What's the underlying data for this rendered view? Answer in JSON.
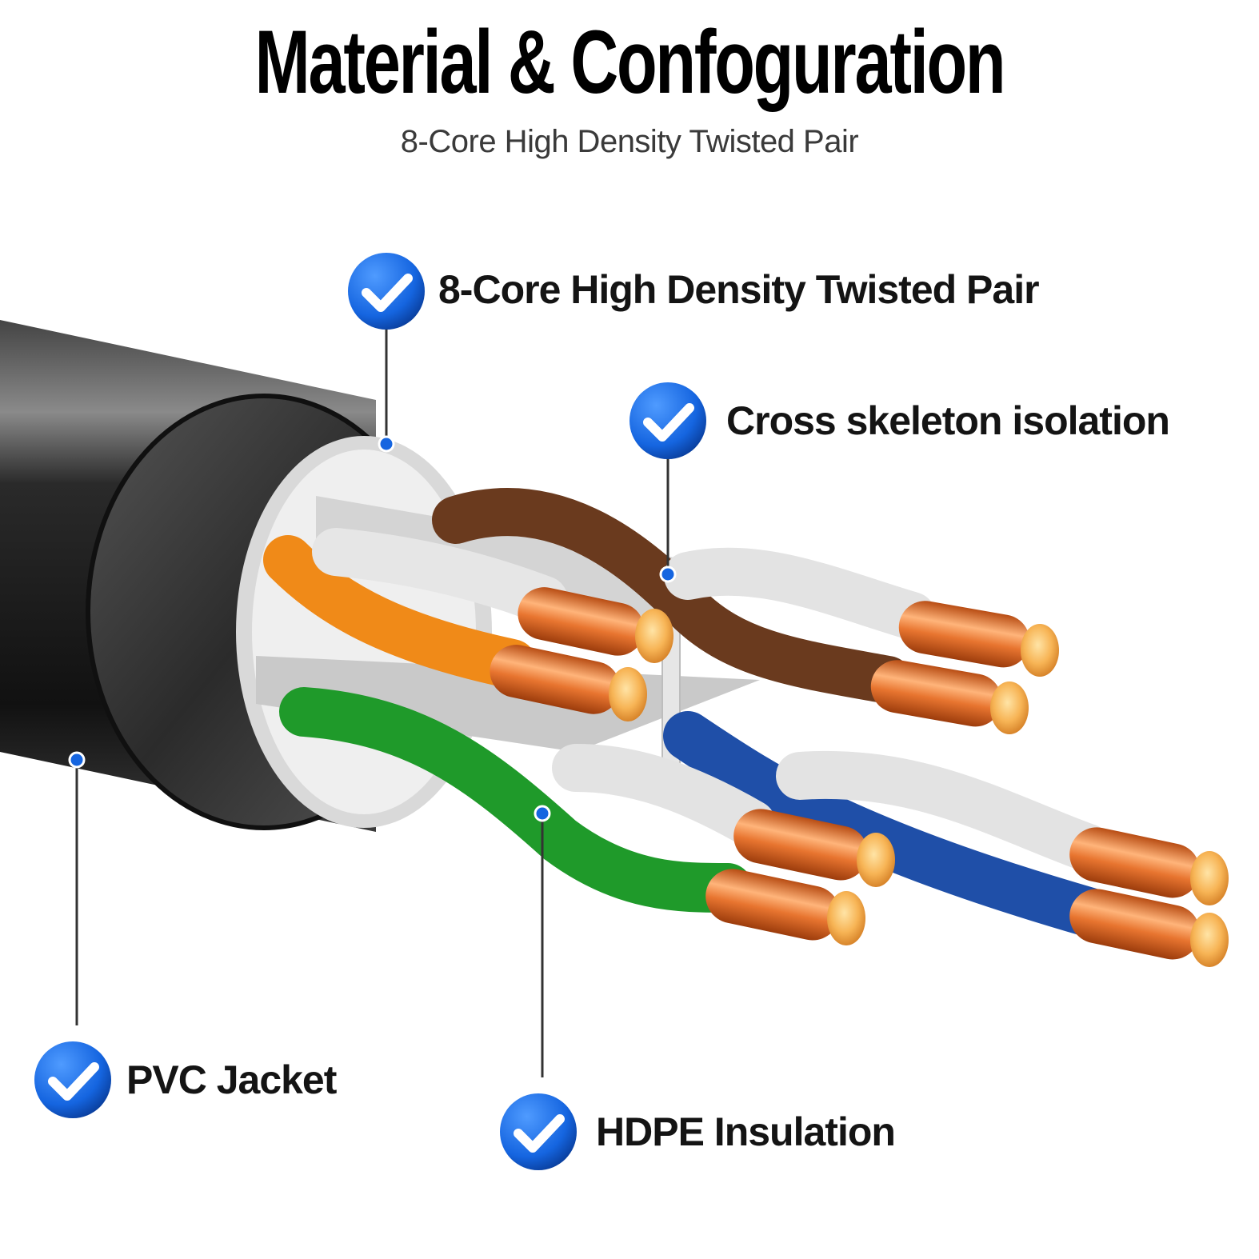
{
  "header": {
    "title": "Material & Confoguration",
    "subtitle": "8-Core High Density Twisted Pair"
  },
  "colors": {
    "badge": "#1565e0",
    "jacket": "#1b1b1b",
    "copper": "#e8823a",
    "pair_orange": "#f08a18",
    "pair_brown": "#6a3a1e",
    "pair_green": "#1f9a2a",
    "pair_blue": "#1f4fa8",
    "insulation_white": "#e6e6e6",
    "leader_line": "#333333",
    "leader_dot": "#1565e0"
  },
  "callouts": [
    {
      "id": "twisted-pair",
      "label": "8-Core High Density Twisted Pair",
      "icon": "check-badge-icon"
    },
    {
      "id": "cross-skeleton",
      "label": "Cross skeleton isolation",
      "icon": "check-badge-icon"
    },
    {
      "id": "pvc-jacket",
      "label": "PVC Jacket",
      "icon": "check-badge-icon"
    },
    {
      "id": "hdpe-insulation",
      "label": "HDPE Insulation",
      "icon": "check-badge-icon"
    }
  ]
}
